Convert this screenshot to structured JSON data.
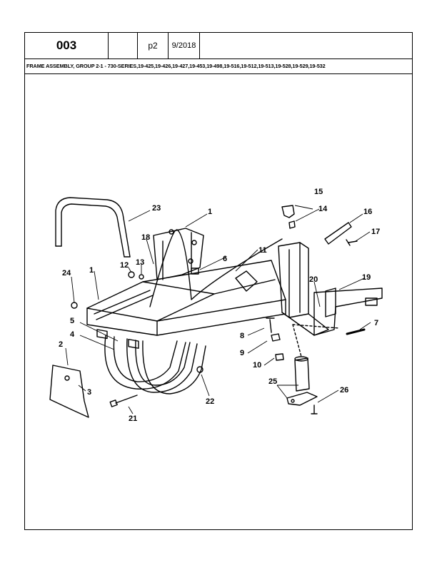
{
  "header": {
    "page_number": "003",
    "blank": "",
    "page_code": "p2",
    "date": "9/2018"
  },
  "title": "FRAME ASSEMBLY, GROUP 2-1 - 730-SERIES,19-425,19-426,19-427,19-453,19-498,19-516,19-512,19-513,19-528,19-529,19-532",
  "callouts": [
    "1",
    "1",
    "2",
    "3",
    "4",
    "5",
    "6",
    "7",
    "8",
    "9",
    "10",
    "11",
    "12",
    "13",
    "14",
    "15",
    "16",
    "17",
    "18",
    "19",
    "20",
    "21",
    "22",
    "23",
    "24",
    "25",
    "26"
  ]
}
